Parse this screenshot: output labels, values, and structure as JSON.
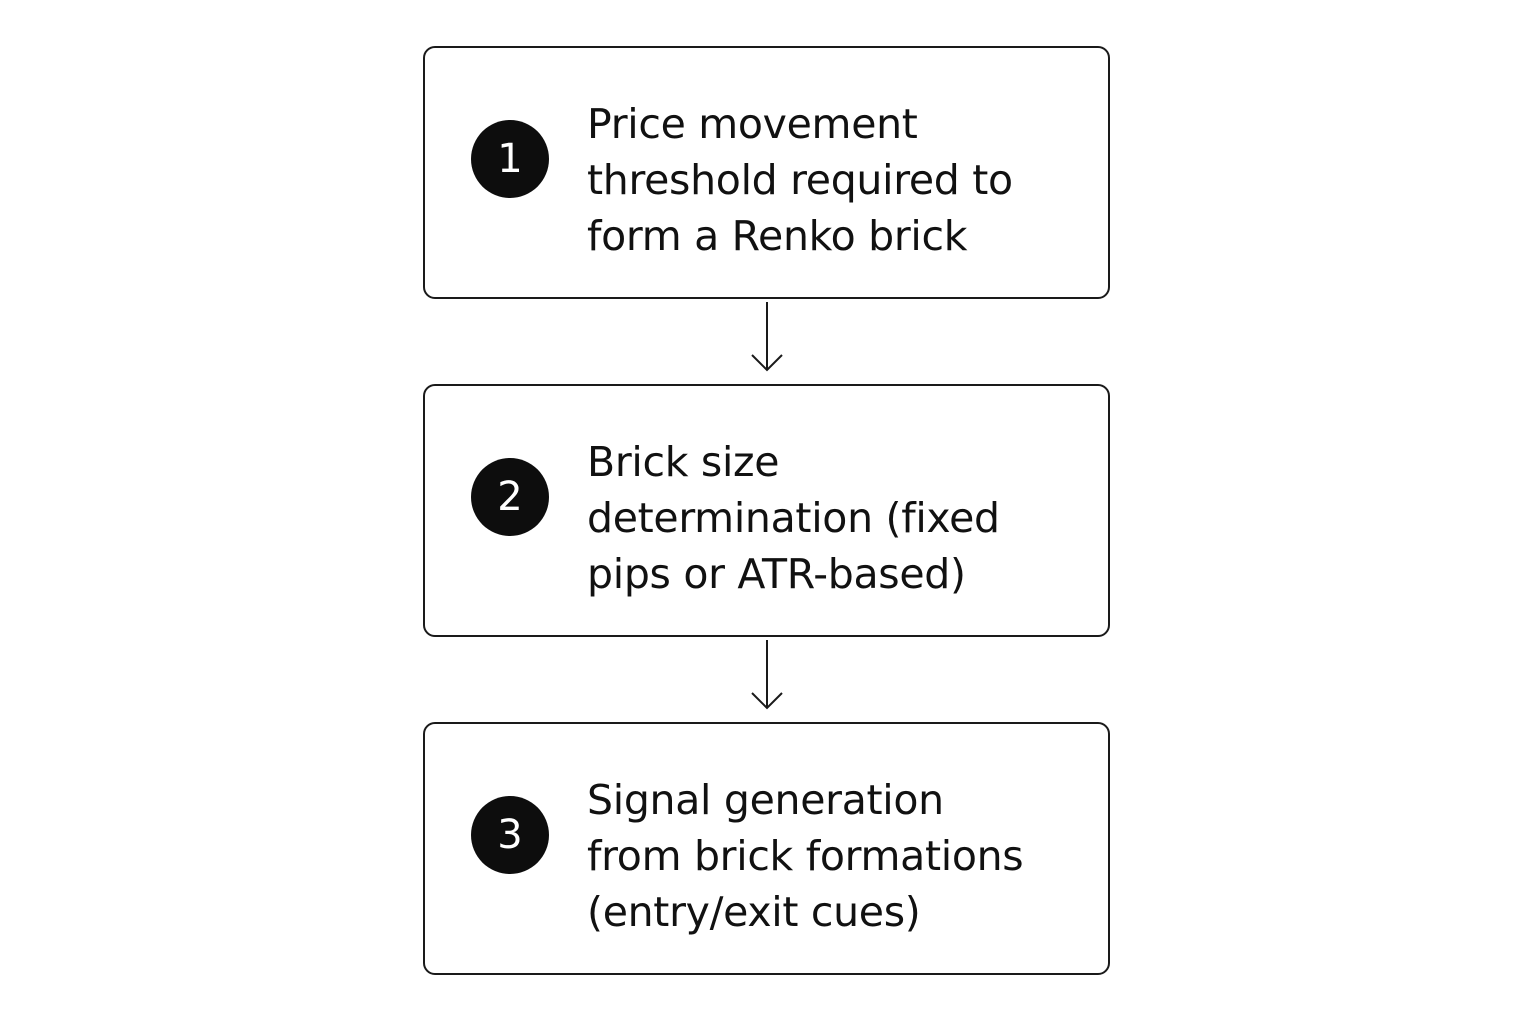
{
  "colors": {
    "border": "#1a1a1a",
    "circle_fill": "#0d0d0d",
    "circle_text": "#ffffff",
    "text": "#111111",
    "background": "#ffffff"
  },
  "steps": [
    {
      "number": "1",
      "lines": [
        "Price movement",
        "threshold required to",
        "form a Renko brick"
      ]
    },
    {
      "number": "2",
      "lines": [
        "Brick size",
        "determination (fixed",
        "pips or ATR-based)"
      ]
    },
    {
      "number": "3",
      "lines": [
        "Signal generation",
        "from brick formations",
        "(entry/exit cues)"
      ]
    }
  ],
  "connectors": [
    {
      "from": "1",
      "to": "2",
      "icon": "arrow-down-icon"
    },
    {
      "from": "2",
      "to": "3",
      "icon": "arrow-down-icon"
    }
  ]
}
